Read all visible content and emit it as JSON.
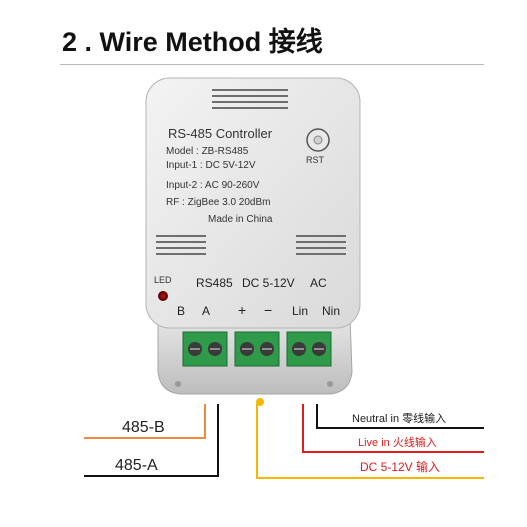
{
  "heading": "2 . Wire Method 接线",
  "device": {
    "title": "RS-485 Controller",
    "lines": [
      "Model : ZB-RS485",
      "Input-1 : DC 5V-12V",
      "Input-2 : AC 90-260V",
      "RF : ZigBee 3.0 20dBm"
    ],
    "made_in": "Made in China",
    "rst_label": "RST",
    "led_label": "LED",
    "port_label_485": "RS485",
    "port_label_dc": "DC 5-12V",
    "port_label_ac": "AC",
    "pin_b": "B",
    "pin_a": "A",
    "pin_plus": "+",
    "pin_minus": "−",
    "pin_lin": "Lin",
    "pin_nin": "Nin"
  },
  "wires": {
    "w485b": "485-B",
    "w485a": "485-A",
    "neutral_in": "Neutral in 零线输入",
    "live_in": "Live in 火线输入",
    "dc_in": "DC 5-12V 输入"
  },
  "colors": {
    "wire_orange": "#f08a3c",
    "wire_black": "#111111",
    "wire_red": "#e31b1b",
    "wire_yellow": "#f5b800",
    "terminal_green": "#2e9a4a"
  }
}
